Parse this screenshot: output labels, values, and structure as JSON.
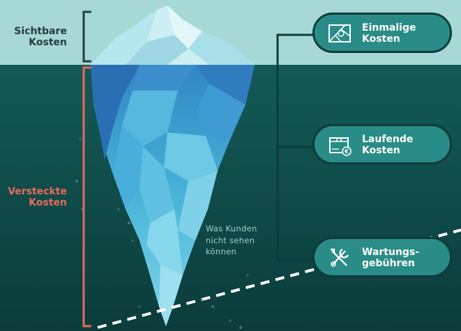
{
  "labels": {
    "visible_costs": "Sichtbare Kosten",
    "hidden_costs": "Versteckte Kosten",
    "customer_note": "Was Kunden nicht sehen können"
  },
  "cost_items": [
    {
      "label": "Einmalige Kosten",
      "icon": "blueprint-icon"
    },
    {
      "label": "Laufende Kosten",
      "icon": "box-euro-icon"
    },
    {
      "label": "Wartungsgebühren",
      "label_display": "Wartungs- gebühren",
      "icon": "wrench-screwdriver-icon"
    }
  ],
  "colors": {
    "sky": "#a6d9d6",
    "deep_water": "#0f4a48",
    "ice_light": "#8ed9e8",
    "ice_dark": "#2d7fbf",
    "pill": "#2a8c87",
    "pill_border": "#0d3b3d",
    "hidden_accent": "#e86a5c",
    "visible_text": "#263b3e"
  }
}
